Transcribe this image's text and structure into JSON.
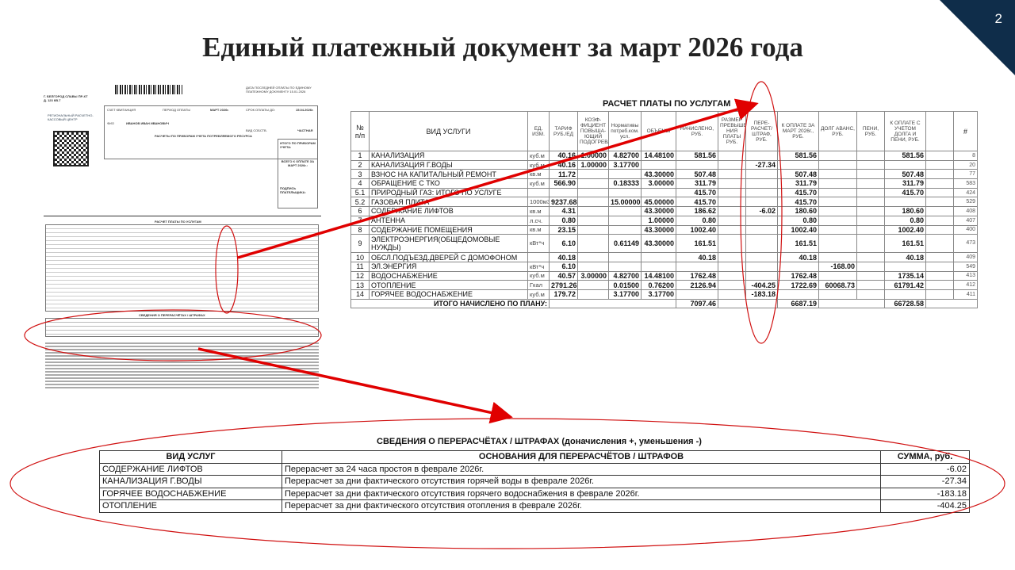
{
  "slide": {
    "title": "Единый платежный документ за март 2026 года",
    "page_number": "2"
  },
  "thumbnail": {
    "address": "Г. БЕЛГОРОД СЛАВЫ ПР-КТ Д. 123 КВ.7",
    "org": "РЕГИОНАЛЬНЫЙ РАСЧЕТНО-КАССОВЫЙ ЦЕНТР",
    "last_payment": "ДАТА ПОСЛЕДНЕЙ ОПЛАТЫ ПО ЕДИНОМУ ПЛАТЕЖНОМУ ДОКУМЕНТУ 15.01.2026",
    "account_label": "СЧЕТ КВИТАНЦИЯ",
    "period_label": "ПЕРИОД ОПЛАТЫ",
    "period": "МАРТ 2026г.",
    "due_label": "СРОК ОПЛАТЫ ДО:",
    "due": "15.04.2026г.",
    "fio_label": "ФИО",
    "fio": "ИВАНОВ ИВАН ИВАНОВИЧ",
    "ownership_label": "ВИД СОБСТВ.",
    "ownership": "ЧАСТНАЯ",
    "meters_title": "РАСЧЕТЫ ПО ПРИБОРАМ УЧЕТА ПОТРЕБЛЯЕМОГО РЕСУРСА",
    "total_meters": "ИТОГО ПО ПРИБОРАМ УЧЕТА:",
    "total_pay": "ВСЕГО К ОПЛАТЕ ЗА МАРТ 2026г.:",
    "signature": "ПОДПИСЬ ПЛАТЕЛЬЩИКА:",
    "calc_title": "РАСЧЕТ ПЛАТЫ ПО УСЛУГАМ",
    "rec_title": "СВЕДЕНИЯ О ПЕРЕРАСЧЁТАХ / ШТРАФАХ"
  },
  "calc": {
    "title": "РАСЧЕТ ПЛАТЫ ПО УСЛУГАМ",
    "headers": [
      "№ п/п",
      "ВИД УСЛУГИ",
      "ЕД. ИЗМ.",
      "ТАРИФ РУБ./ЕД",
      "КОЭФ-ФИЦИЕНТ ПОВЫША-ЮЩИЙ ПОДОГРЕВА",
      "Нормативы потреб.ком. усл.",
      "ОБЪЕМЫ",
      "НАЧИСЛЕНО, РУБ.",
      "РАЗМЕР ПРЕВЫШЕ-НИЯ ПЛАТЫ РУБ.",
      "ПЕРЕ-РАСЧЕТ/ ШТРАФ, РУБ.",
      "К ОПЛАТЕ ЗА МАРТ 2026г., РУБ.",
      "ДОЛГ АВАНС, РУБ.",
      "ПЕНИ, РУБ.",
      "К ОПЛАТЕ С УЧЕТОМ ДОЛГА И ПЕНИ, РУБ.",
      "",
      "#"
    ],
    "rows": [
      [
        "1",
        "КАНАЛИЗАЦИЯ",
        "куб.м",
        "40.16",
        "1.00000",
        "4.82700",
        "14.48100",
        "581.56",
        "",
        "",
        "581.56",
        "",
        "",
        "581.56",
        "",
        "8"
      ],
      [
        "2",
        "КАНАЛИЗАЦИЯ Г.ВОДЫ",
        "куб.м",
        "40.16",
        "1.00000",
        "3.17700",
        "",
        "",
        "",
        "-27.34",
        "",
        "",
        "",
        "",
        "",
        "20"
      ],
      [
        "3",
        "ВЗНОС НА КАПИТАЛЬНЫЙ РЕМОНТ",
        "кв.м",
        "11.72",
        "",
        "",
        "43.30000",
        "507.48",
        "",
        "",
        "507.48",
        "",
        "",
        "507.48",
        "",
        "77"
      ],
      [
        "4",
        "ОБРАЩЕНИЕ С ТКО",
        "куб.м",
        "566.90",
        "",
        "0.18333",
        "3.00000",
        "311.79",
        "",
        "",
        "311.79",
        "",
        "",
        "311.79",
        "",
        "583"
      ],
      [
        "5.1",
        "ПРИРОДНЫЙ ГАЗ: ИТОГО ПО УСЛУГЕ",
        "",
        "",
        "",
        "",
        "",
        "415.70",
        "",
        "",
        "415.70",
        "",
        "",
        "415.70",
        "",
        "424"
      ],
      [
        "5.2",
        "ГАЗОВАЯ ПЛИТА",
        "1000м3",
        "9237.68",
        "",
        "15.00000",
        "45.00000",
        "415.70",
        "",
        "",
        "415.70",
        "",
        "",
        "",
        "",
        "529"
      ],
      [
        "6",
        "СОДЕРЖАНИЕ ЛИФТОВ",
        "кв.м",
        "4.31",
        "",
        "",
        "43.30000",
        "186.62",
        "",
        "-6.02",
        "180.60",
        "",
        "",
        "180.60",
        "",
        "408"
      ],
      [
        "7",
        "АНТЕННА",
        "л.сч.",
        "0.80",
        "",
        "",
        "1.00000",
        "0.80",
        "",
        "",
        "0.80",
        "",
        "",
        "0.80",
        "",
        "407"
      ],
      [
        "8",
        "СОДЕРЖАНИЕ ПОМЕЩЕНИЯ",
        "кв.м",
        "23.15",
        "",
        "",
        "43.30000",
        "1002.40",
        "",
        "",
        "1002.40",
        "",
        "",
        "1002.40",
        "",
        "400"
      ],
      [
        "9",
        "ЭЛЕКТРОЭНЕРГИЯ(ОБЩЕДОМОВЫЕ НУЖДЫ)",
        "кВт*ч",
        "6.10",
        "",
        "0.61149",
        "43.30000",
        "161.51",
        "",
        "",
        "161.51",
        "",
        "",
        "161.51",
        "",
        "473"
      ],
      [
        "10",
        "ОБСЛ.ПОДЪЕЗД.ДВЕРЕЙ С ДОМОФОНОМ",
        "",
        "40.18",
        "",
        "",
        "",
        "40.18",
        "",
        "",
        "40.18",
        "",
        "",
        "40.18",
        "",
        "409"
      ],
      [
        "11",
        "ЭЛ.ЭНЕРГИЯ",
        "кВт*ч",
        "6.10",
        "",
        "",
        "",
        "",
        "",
        "",
        "",
        "-168.00",
        "",
        "",
        "",
        "549"
      ],
      [
        "12",
        "ВОДОСНАБЖЕНИЕ",
        "куб.м",
        "40.57",
        "3.00000",
        "4.82700",
        "14.48100",
        "1762.48",
        "",
        "",
        "1762.48",
        "",
        "",
        "1735.14",
        "",
        "413"
      ],
      [
        "13",
        "ОТОПЛЕНИЕ",
        "Гкал",
        "2791.26",
        "",
        "0.01500",
        "0.76200",
        "2126.94",
        "",
        "-404.25",
        "1722.69",
        "60068.73",
        "",
        "61791.42",
        "",
        "412"
      ],
      [
        "14",
        "ГОРЯЧЕЕ ВОДОСНАБЖЕНИЕ",
        "куб.м",
        "179.72",
        "",
        "3.17700",
        "3.17700",
        "",
        "",
        "-183.18",
        "",
        "",
        "",
        "",
        "",
        "411"
      ]
    ],
    "total_label": "ИТОГО НАЧИСЛЕНО ПО ПЛАНУ:",
    "total_accrued": "7097.46",
    "total_to_pay": "6687.19",
    "total_with_debt": "66728.58"
  },
  "recalc": {
    "title": "СВЕДЕНИЯ О ПЕРЕРАСЧЁТАХ / ШТРАФАХ (доначисления +, уменьшения -)",
    "headers": [
      "ВИД УСЛУГ",
      "ОСНОВАНИЯ ДЛЯ ПЕРЕРАСЧЁТОВ / ШТРАФОВ",
      "СУММА, руб."
    ],
    "rows": [
      [
        "СОДЕРЖАНИЕ ЛИФТОВ",
        "Перерасчет за  24 часа простоя в феврале 2026г.",
        "-6.02"
      ],
      [
        "КАНАЛИЗАЦИЯ Г.ВОДЫ",
        "Перерасчет за дни фактического отсутствия горячей воды  в феврале 2026г.",
        "-27.34"
      ],
      [
        "ГОРЯЧЕЕ ВОДОСНАБЖЕНИЕ",
        "Перерасчет за дни фактического отсутствия горячего водоснабжения в феврале 2026г.",
        "-183.18"
      ],
      [
        "ОТОПЛЕНИЕ",
        "Перерасчет за дни фактического отсутствия отопления в феврале 2026г.",
        "-404.25"
      ]
    ]
  },
  "colors": {
    "accent": "#e00000",
    "corner": "#0f2d4a"
  }
}
